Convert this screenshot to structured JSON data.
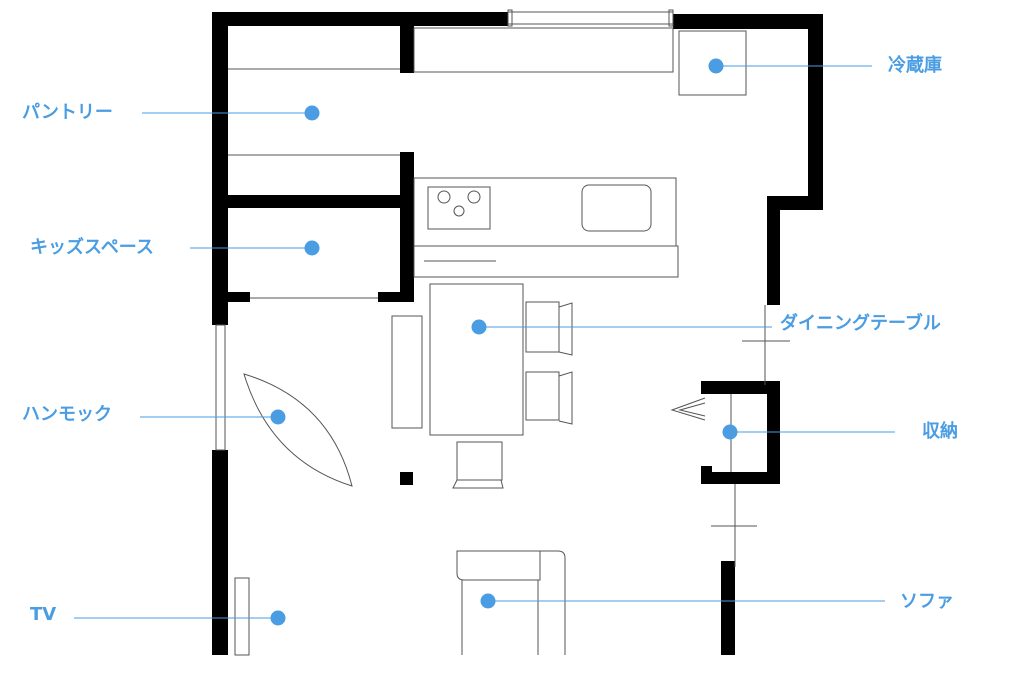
{
  "title": "Floor plan",
  "accent_color": "#4a9de3",
  "labels": {
    "pantry": "パントリー",
    "fridge": "冷蔵庫",
    "kids_space": "キッズスペース",
    "dining_table": "ダイニングテーブル",
    "hammock": "ハンモック",
    "storage": "収納",
    "tv": "TV",
    "sofa": "ソファ"
  }
}
